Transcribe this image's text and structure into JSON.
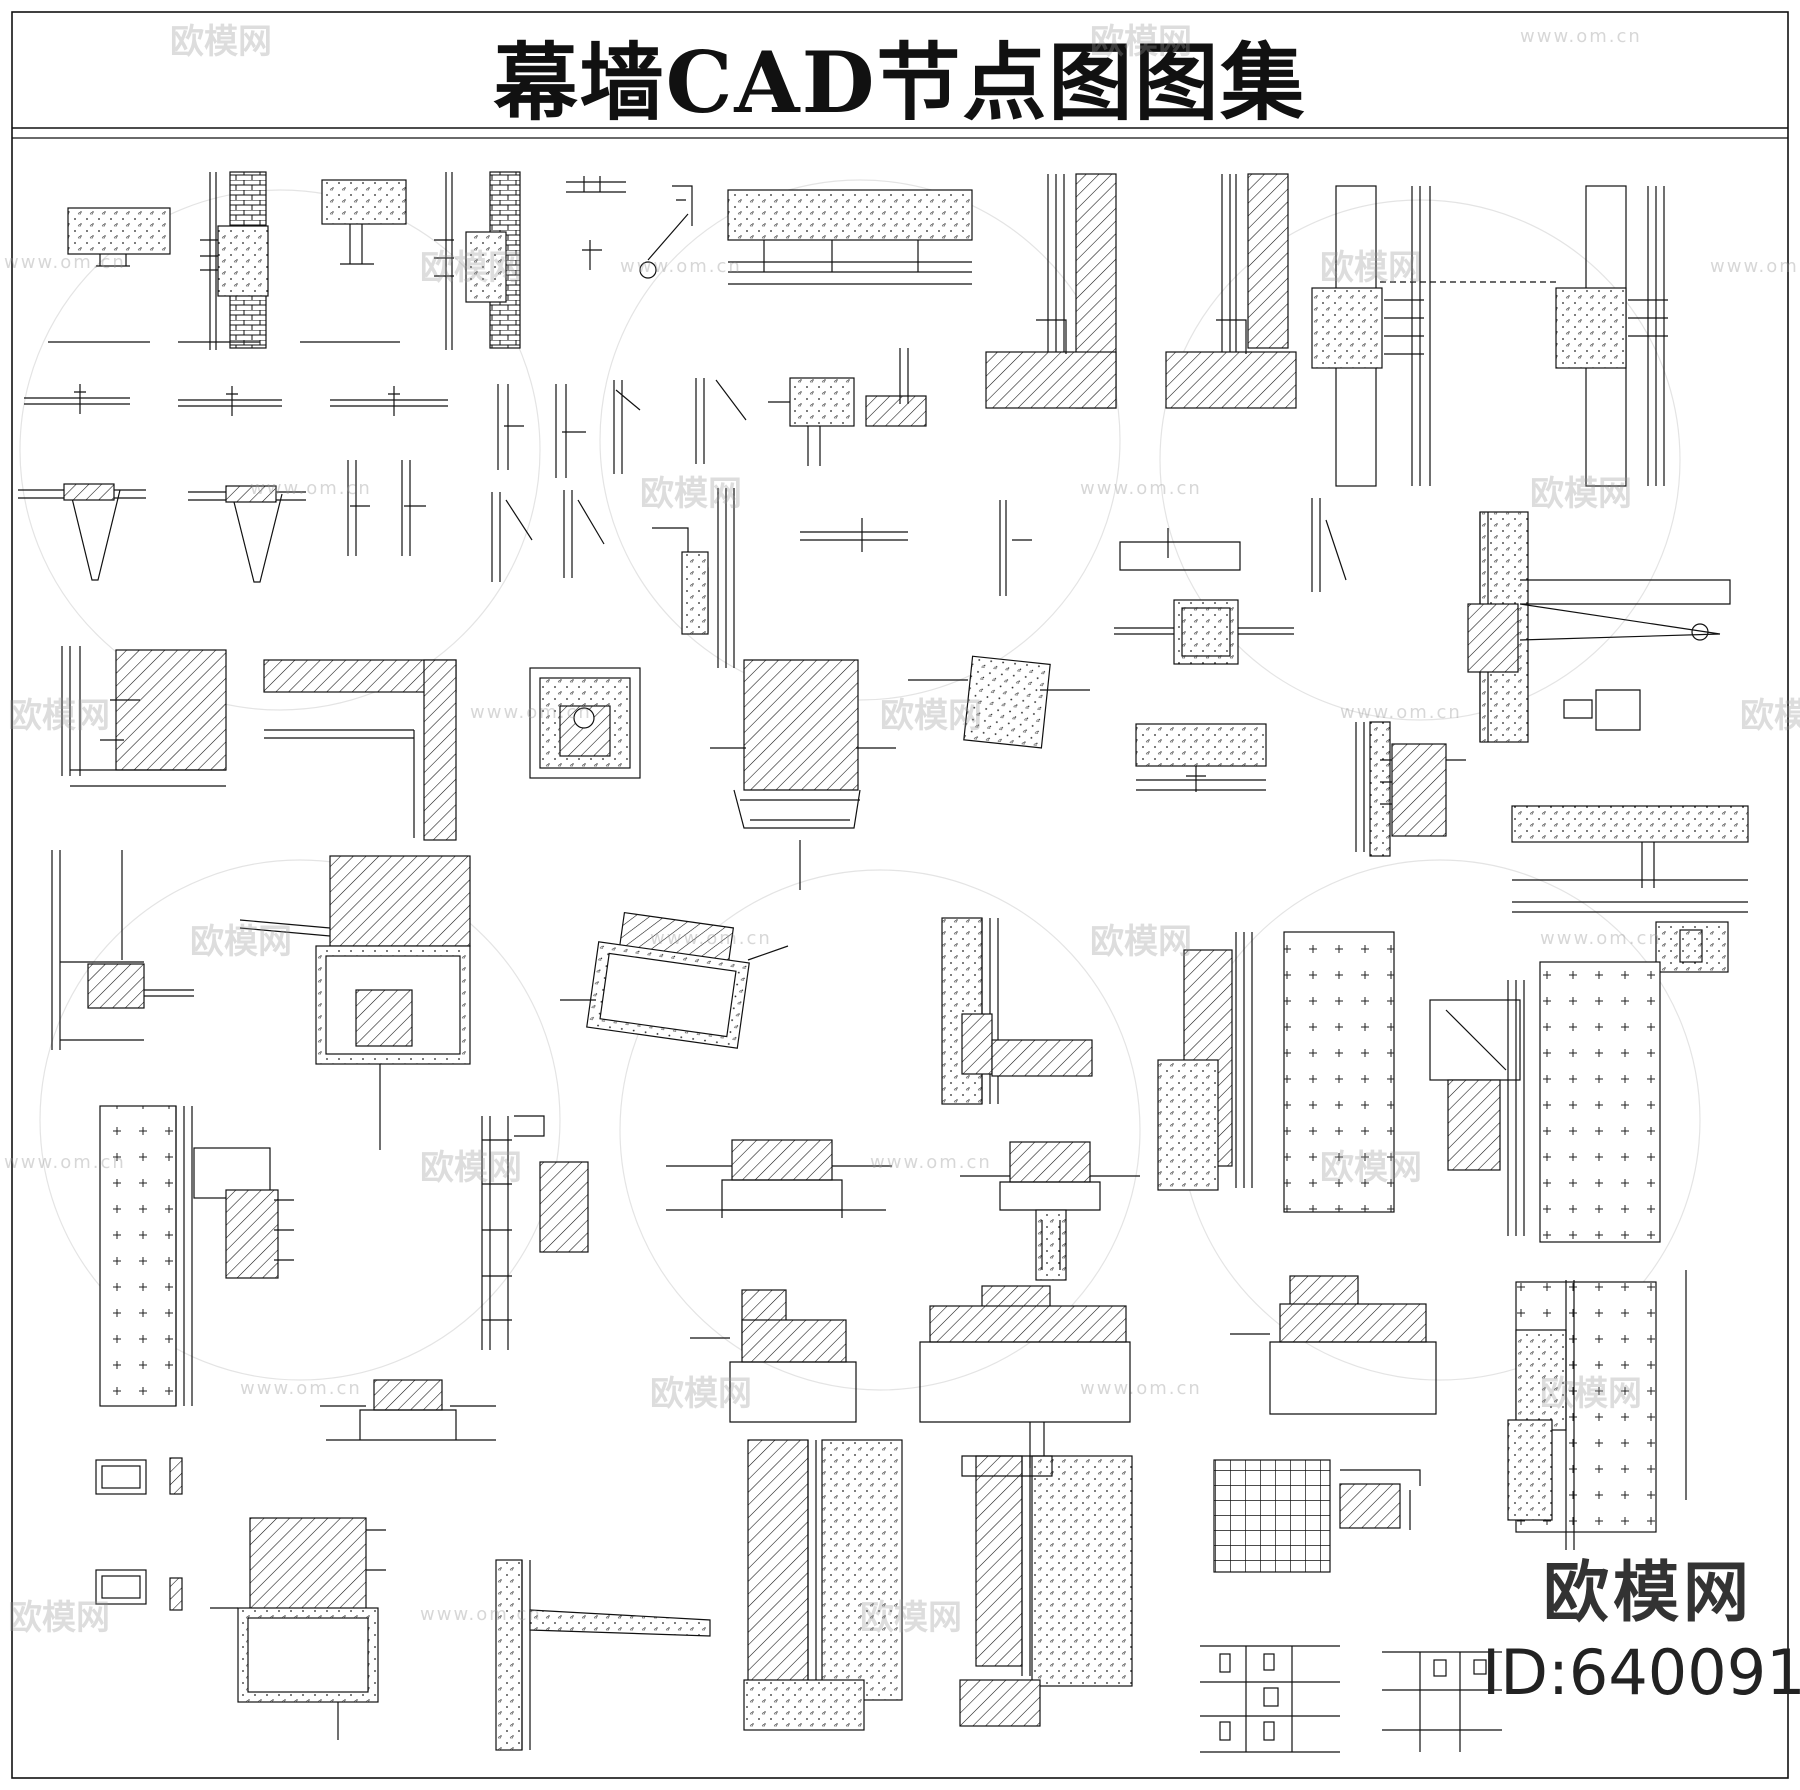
{
  "title": "幕墙CAD节点图图集",
  "brand": "欧模网",
  "id_text": "ID:640091",
  "watermark_cn": "欧模网",
  "watermark_url": "www.om.cn"
}
